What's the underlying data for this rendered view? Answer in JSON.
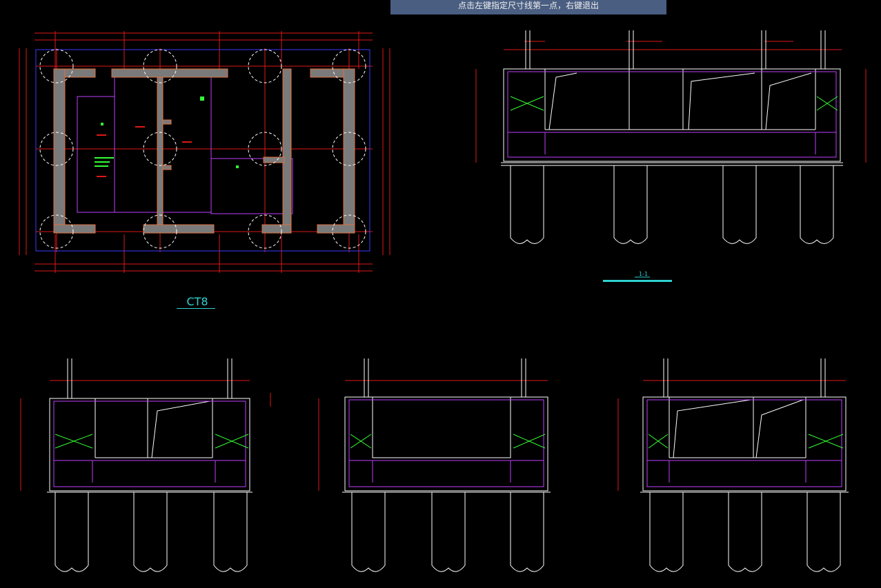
{
  "app": {
    "command_prompt": "点击左键指定尺寸线第一点，右键退出"
  },
  "drawing": {
    "plan_title": "CT8",
    "section_label": "1-1",
    "colors": {
      "background": "#000000",
      "dimension": "#e01818",
      "wall": "#7a7a7a",
      "wall_outline": "#e07040",
      "rebar": "#ff33ff",
      "annotation": "#33ff33",
      "outline": "#ffffff",
      "title": "#2fd2d2",
      "boundary": "#3a3aff"
    }
  }
}
